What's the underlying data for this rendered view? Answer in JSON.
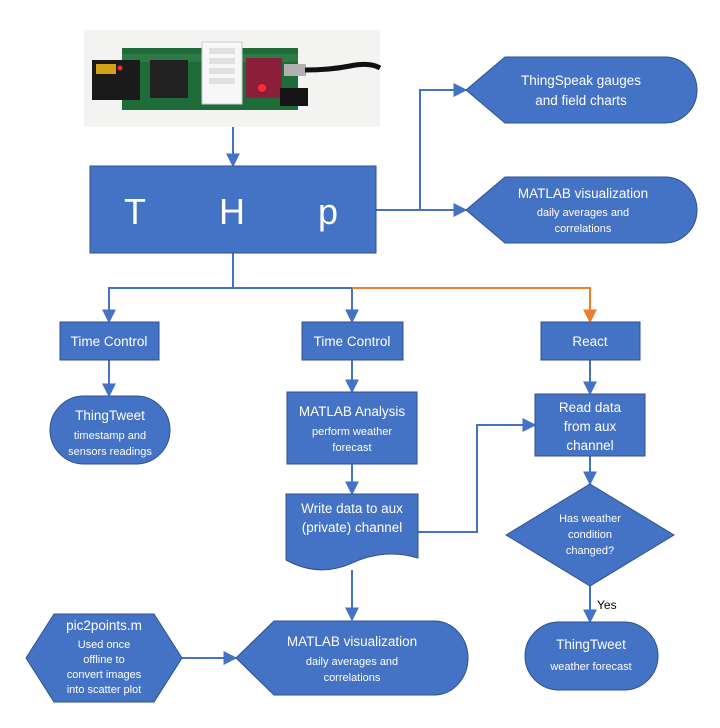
{
  "colors": {
    "shape_fill": "#4472c4",
    "shape_border": "#2f528f",
    "connector_blue": "#4472c4",
    "connector_orange": "#ed7d31"
  },
  "photo": {
    "icon": "sensor-board-photo"
  },
  "main_box": {
    "t": "T",
    "h": "H",
    "p": "p"
  },
  "thingspeak_gauges": {
    "line1": "ThingSpeak gauges",
    "line2": "and field charts"
  },
  "matlab_viz_top": {
    "line1": "MATLAB visualization",
    "line2": "daily averages and",
    "line3": "correlations"
  },
  "time_control_left": {
    "label": "Time Control"
  },
  "time_control_center": {
    "label": "Time Control"
  },
  "react": {
    "label": "React"
  },
  "thingtweet_left": {
    "line1": "ThingTweet",
    "line2": "timestamp and",
    "line3": "sensors readings"
  },
  "matlab_analysis": {
    "line1": "MATLAB Analysis",
    "line2": "perform weather",
    "line3": "forecast"
  },
  "read_data": {
    "line1": "Read data",
    "line2": "from aux",
    "line3": "channel"
  },
  "write_data": {
    "line1": "Write data to aux",
    "line2": "(private) channel"
  },
  "decision": {
    "line1": "Has weather",
    "line2": "condition",
    "line3": "changed?"
  },
  "yes_label": "Yes",
  "pic2points": {
    "line1": "pic2points.m",
    "line2": "Used once",
    "line3": "offline to",
    "line4": "convert images",
    "line5": "into scatter plot"
  },
  "matlab_viz_bottom": {
    "line1": "MATLAB visualization",
    "line2": "daily averages and",
    "line3": "correlations"
  },
  "thingtweet_right": {
    "line1": "ThingTweet",
    "line2": "weather forecast"
  }
}
